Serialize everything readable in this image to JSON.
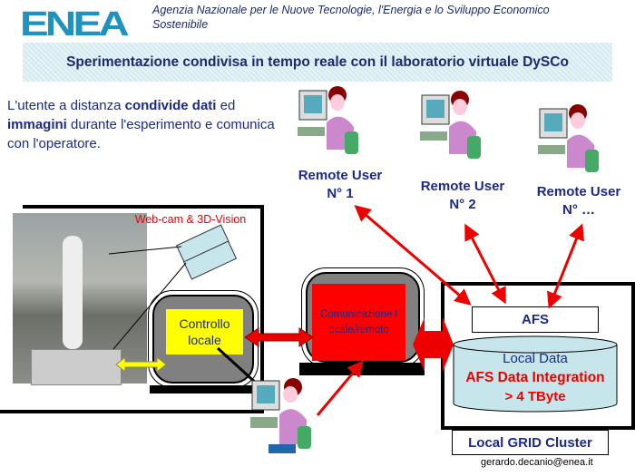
{
  "logo": "ENEA",
  "agency": {
    "line1": "Agenzia Nazionale per le Nuove Tecnologie, l'Energia e lo Sviluppo Economico",
    "line2": "Sostenibile"
  },
  "title": "Sperimentazione condivisa in tempo reale con il laboratorio virtuale DySCo",
  "intro": {
    "p1": "L'utente a distanza ",
    "b1": "condivide dati",
    "p2": " ed ",
    "b2": "immagini",
    "p3": " durante l'esperimento e comunica con l'operatore."
  },
  "remote_users": [
    {
      "label": "Remote User",
      "num": "N° 1"
    },
    {
      "label": "Remote User",
      "num": "N° 2"
    },
    {
      "label": "Remote User",
      "num": "N° …"
    }
  ],
  "webcam": "Web-cam & 3D-Vision",
  "controllo": "Controllo locale",
  "comunicazione": "Comunicazione locale/remoto",
  "afs": "AFS",
  "local_data": "Local Data",
  "afs_integration": "AFS Data Integration",
  "capacity": "> 4 TByte",
  "cluster": "Local GRID Cluster",
  "email": "gerardo.decanio@enea.it"
}
